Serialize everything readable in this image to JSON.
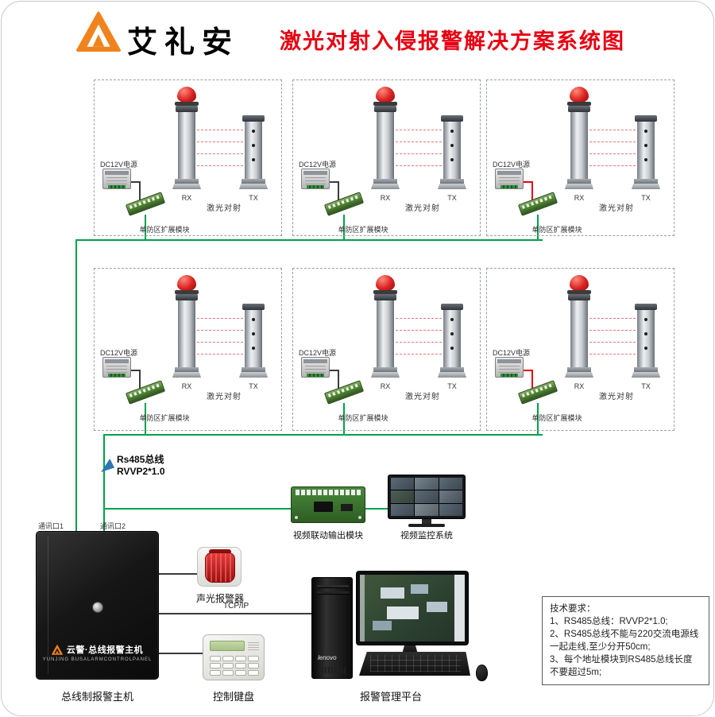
{
  "header": {
    "brand": "艾礼安",
    "title": "激光对射入侵报警解决方案系统图"
  },
  "zone": {
    "power_label": "DC12V电源",
    "module_label": "单防区扩展模块",
    "rx": "RX",
    "tx": "TX",
    "beam_label": "激光对射"
  },
  "bus": {
    "name": "Rs485总线",
    "spec": "RVVP2*1.0"
  },
  "host": {
    "port1": "通讯口1",
    "port2": "通讯口2",
    "brand": "云警·总线报警主机",
    "brand_sub": "YUNJING BUSALARMCONTROLPANEL",
    "caption": "总线制报警主机"
  },
  "devices": {
    "siren": "声光报警器",
    "keypad": "控制键盘",
    "video_module": "视频联动输出模块",
    "cctv": "视频监控系统",
    "pc": "报警管理平台",
    "pc_brand": "lenovo",
    "tcpip": "TCP/IP"
  },
  "requirements": {
    "title": "技术要求：",
    "items": [
      "1、RS485总线：RVVP2*1.0;",
      "2、RS485总线不能与220交流电源线一起走线,至少分开50cm;",
      "3、每个地址模块到RS485总线长度不要超过5m;"
    ]
  },
  "colors": {
    "title_red": "#E60012",
    "brand_orange": "#F0831E",
    "wire_green": "#00A14B",
    "beam_red": "#DD3E3E",
    "arrow_blue": "#2E75B6",
    "host_black": "#161616"
  }
}
